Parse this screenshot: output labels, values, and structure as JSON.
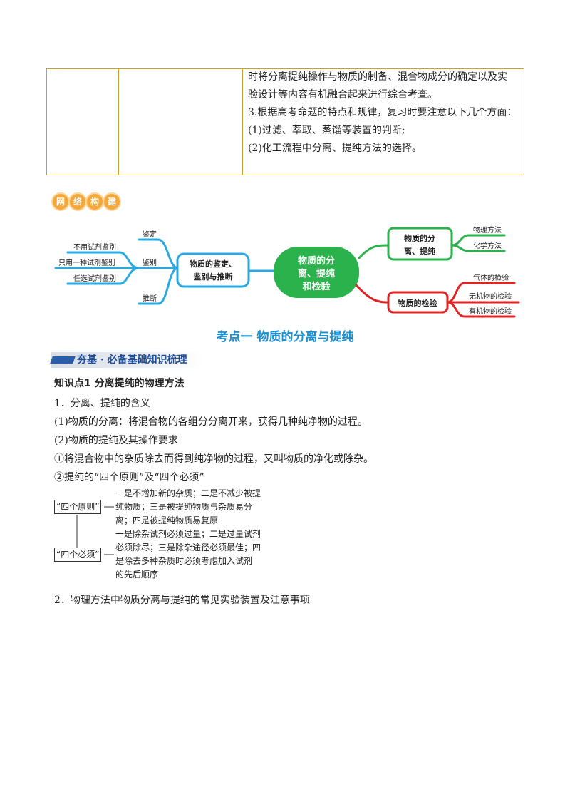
{
  "top_table": {
    "lines": [
      "时将分离提纯操作与物质的制备、混合物成分的确定以及实",
      "验设计等内容有机融合起来进行综合考查。",
      "3.根据高考命题的特点和规律，复习时要注意以下几个方面：",
      "(1)过滤、萃取、蒸馏等装置的判断;",
      "(2)化工流程中分离、提纯方法的选择。"
    ]
  },
  "banner": {
    "chars": [
      "网",
      "络",
      "构",
      "建"
    ]
  },
  "mindmap": {
    "center": [
      "物质的分",
      "离、提纯",
      "和检验"
    ],
    "left_node": [
      "物质的鉴定、",
      "鉴别与推断"
    ],
    "left_branches": [
      "鉴定",
      "鉴别",
      "推断"
    ],
    "left_sub": [
      "不用试剂鉴别",
      "只用一种试剂鉴别",
      "任选试剂鉴别"
    ],
    "right_top_node": [
      "物质的分",
      "离、提纯"
    ],
    "right_top_leaves": [
      "物理方法",
      "化学方法"
    ],
    "right_bottom_node": "物质的检验",
    "right_bottom_leaves": [
      "气体的检验",
      "无机物的检验",
      "有机物的检验"
    ],
    "colors": {
      "left": "#29a9e0",
      "center": "#2bb24c",
      "top": "#2bb24c",
      "bottom": "#e02424"
    }
  },
  "section_title": "考点一  物质的分离与提纯",
  "subbar_text": "夯基 · 必备基础知识梳理",
  "content": {
    "kp_title": "知识点1  分离提纯的物理方法",
    "l1": "1．分离、提纯的含义",
    "l2": "(1)物质的分离：将混合物的各组分分离开来，获得几种纯净物的过程。",
    "l3": "(2)物质的提纯及其操作要求",
    "l4": "①将混合物中的杂质除去而得到纯净物的过程，又叫物质的净化或除杂。",
    "l5": "②提纯的“四个原则”及“四个必须”",
    "l6": "2．物理方法中物质分离与提纯的常见实验装置及注意事项"
  },
  "principles": {
    "label1": "“四个原则”",
    "label2": "“四个必须”",
    "text1": [
      "一是不增加新的杂质；二是不减少被提",
      "纯物质；三是被提纯物质与杂质易分",
      "离；四是被提纯物质易复原"
    ],
    "text2": [
      "一是除杂试剂必须过量；二是过量试剂",
      "必须除尽；三是除杂途径必须最佳；四",
      "是除去多种杂质时必须考虑加入试剂",
      "的先后顺序"
    ]
  }
}
